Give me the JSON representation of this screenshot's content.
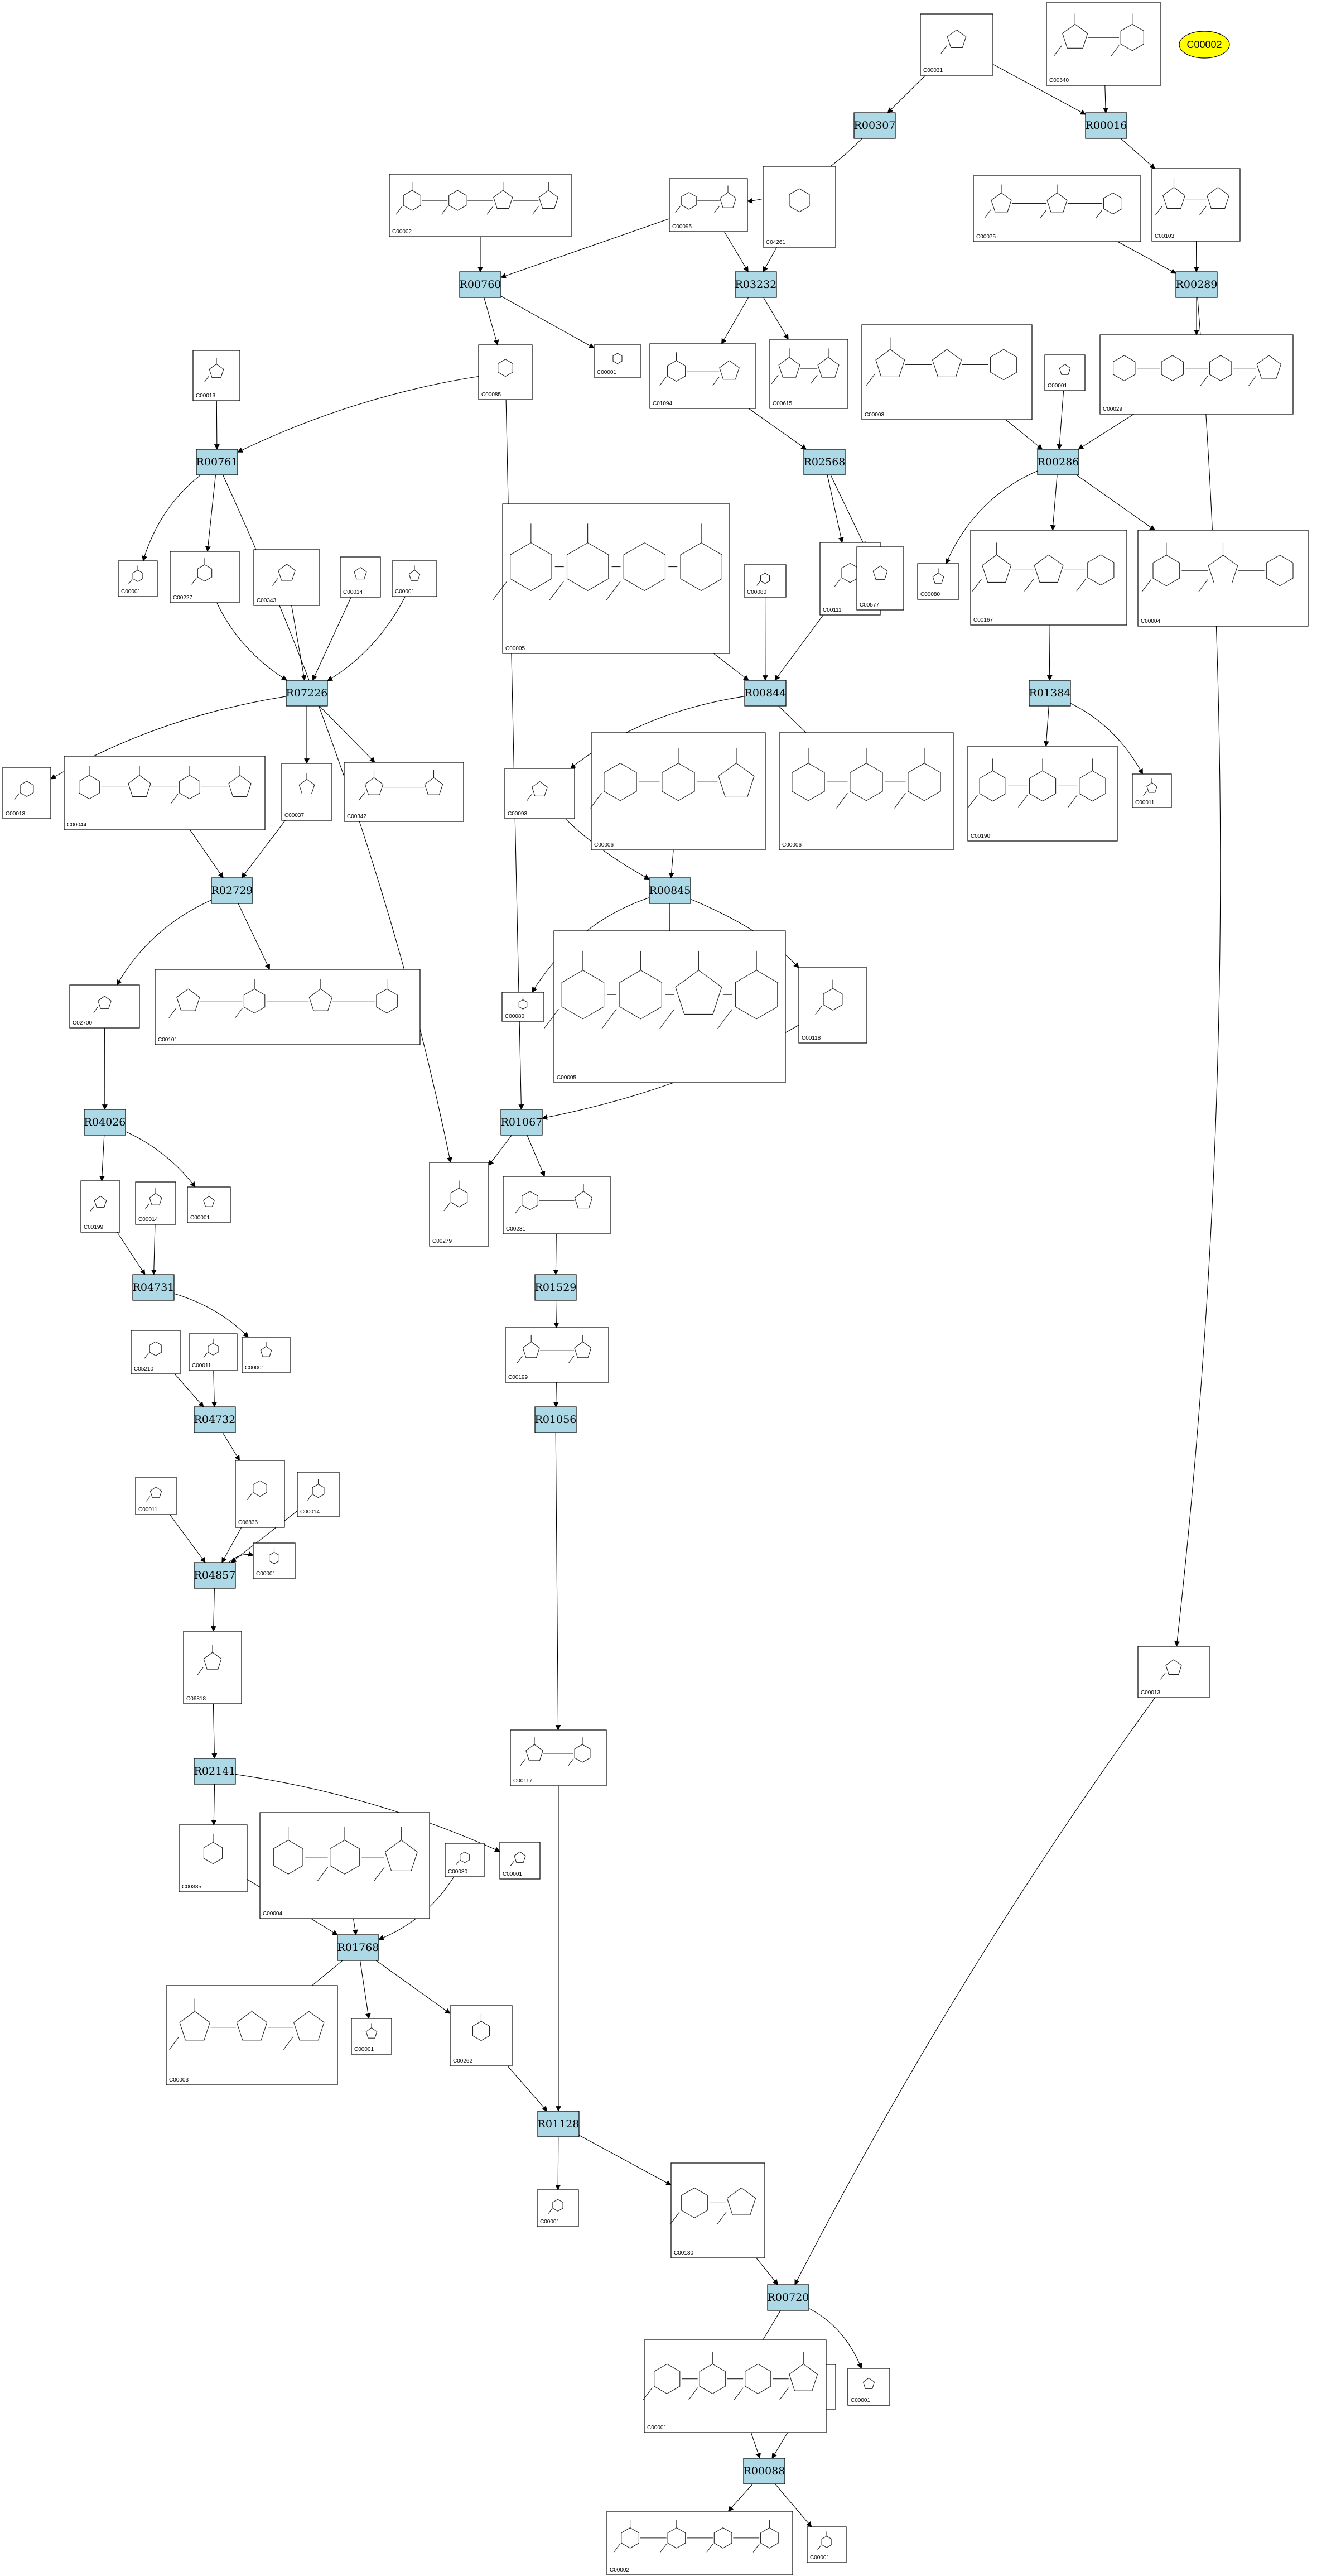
{
  "legend": {
    "compound": "C00002",
    "color": "#ffff00"
  },
  "colors": {
    "reaction": "#add8e6",
    "compound": "#ffffff",
    "edge": "#000000"
  },
  "reactions": [
    {
      "id": "R00307"
    },
    {
      "id": "R00016"
    },
    {
      "id": "R00760"
    },
    {
      "id": "R03232"
    },
    {
      "id": "R00289"
    },
    {
      "id": "R00761"
    },
    {
      "id": "R02568"
    },
    {
      "id": "R00286"
    },
    {
      "id": "R07226"
    },
    {
      "id": "R00844"
    },
    {
      "id": "R01384"
    },
    {
      "id": "R02729"
    },
    {
      "id": "R00845"
    },
    {
      "id": "R04026"
    },
    {
      "id": "R01067"
    },
    {
      "id": "R04731"
    },
    {
      "id": "R01529"
    },
    {
      "id": "R04732"
    },
    {
      "id": "R01056"
    },
    {
      "id": "R04857"
    },
    {
      "id": "R02141"
    },
    {
      "id": "R01768"
    },
    {
      "id": "R01128"
    },
    {
      "id": "R00720"
    },
    {
      "id": "R00088"
    }
  ],
  "compounds": [
    {
      "id": "C00031"
    },
    {
      "id": "C00640"
    },
    {
      "id": "C00002"
    },
    {
      "id": "C00095"
    },
    {
      "id": "C04261"
    },
    {
      "id": "C00075"
    },
    {
      "id": "C00103"
    },
    {
      "id": "C00013"
    },
    {
      "id": "C00001"
    },
    {
      "id": "C00085"
    },
    {
      "id": "C01094"
    },
    {
      "id": "C00615"
    },
    {
      "id": "C00003"
    },
    {
      "id": "C00001"
    },
    {
      "id": "C00029"
    },
    {
      "id": "C00001"
    },
    {
      "id": "C00227"
    },
    {
      "id": "C00343"
    },
    {
      "id": "C00014"
    },
    {
      "id": "C00001"
    },
    {
      "id": "C00005"
    },
    {
      "id": "C00080"
    },
    {
      "id": "C00111"
    },
    {
      "id": "C00577"
    },
    {
      "id": "C00080"
    },
    {
      "id": "C00167"
    },
    {
      "id": "C00004"
    },
    {
      "id": "C00013"
    },
    {
      "id": "C00044"
    },
    {
      "id": "C00037"
    },
    {
      "id": "C00342"
    },
    {
      "id": "C00093"
    },
    {
      "id": "C00006"
    },
    {
      "id": "C00006"
    },
    {
      "id": "C00190"
    },
    {
      "id": "C00011"
    },
    {
      "id": "C02700"
    },
    {
      "id": "C00101"
    },
    {
      "id": "C00080"
    },
    {
      "id": "C00005"
    },
    {
      "id": "C00118"
    },
    {
      "id": "C00199"
    },
    {
      "id": "C00014"
    },
    {
      "id": "C00001"
    },
    {
      "id": "C00279"
    },
    {
      "id": "C00231"
    },
    {
      "id": "C05210"
    },
    {
      "id": "C00011"
    },
    {
      "id": "C00001"
    },
    {
      "id": "C00199"
    },
    {
      "id": "C00011"
    },
    {
      "id": "C06836"
    },
    {
      "id": "C00014"
    },
    {
      "id": "C00001"
    },
    {
      "id": "C06818"
    },
    {
      "id": "C00013"
    },
    {
      "id": "C00117"
    },
    {
      "id": "C00385"
    },
    {
      "id": "C00004"
    },
    {
      "id": "C00080"
    },
    {
      "id": "C00001"
    },
    {
      "id": "C00003"
    },
    {
      "id": "C00001"
    },
    {
      "id": "C00262"
    },
    {
      "id": "C00001"
    },
    {
      "id": "C00130"
    },
    {
      "id": "C00001"
    },
    {
      "id": "C00014"
    },
    {
      "id": "C00001"
    },
    {
      "id": "C00001"
    },
    {
      "id": "C00002"
    },
    {
      "id": "C00001"
    }
  ]
}
